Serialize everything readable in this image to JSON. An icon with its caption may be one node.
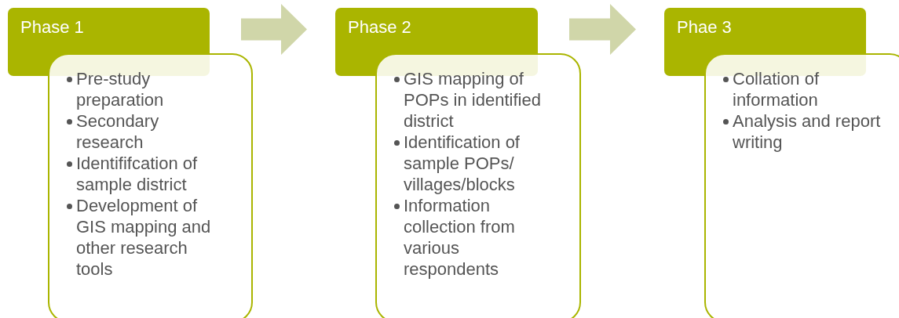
{
  "diagram": {
    "nodes": [
      {
        "text": [
          "Phase 1"
        ]
      },
      {
        "text": [
          "Pre-study preparation",
          "Secondary research",
          "Identififcation of sample district",
          "Development of GIS mapping and other research tools"
        ]
      },
      {
        "text": [
          "Phase 2"
        ]
      },
      {
        "text": [
          "GIS mapping of POPs in identified district",
          "Identification of sample POPs/ villages/blocks",
          "Information collection from various respondents"
        ]
      },
      {
        "text": [
          "Phae 3"
        ]
      },
      {
        "text": [
          "Collation of information",
          "Analysis and report writing"
        ]
      }
    ],
    "edges": [
      {
        "from": 0,
        "to": 2,
        "arrow": "to"
      },
      {
        "from": 2,
        "to": 4,
        "arrow": "to"
      }
    ]
  }
}
